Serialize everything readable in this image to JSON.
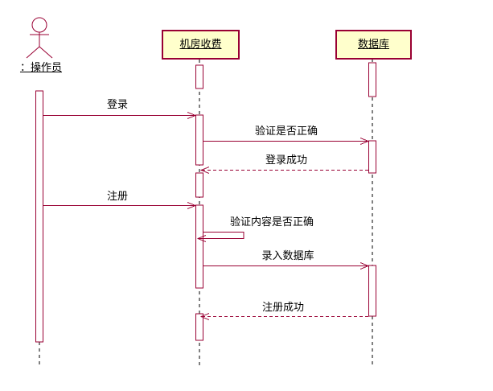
{
  "diagram": {
    "type": "uml-sequence-diagram",
    "colors": {
      "line": "#990033",
      "fill": "#FFFFCC",
      "lifeline": "#000000",
      "text": "#000000",
      "background": "#FFFFFF"
    },
    "actor": {
      "name": "：操作员"
    },
    "lifelines": [
      {
        "name": "机房收费"
      },
      {
        "name": "数据库"
      }
    ],
    "messages": [
      {
        "label": "登录",
        "from": "操作员",
        "to": "机房收费",
        "style": "solid"
      },
      {
        "label": "验证是否正确",
        "from": "机房收费",
        "to": "数据库",
        "style": "solid"
      },
      {
        "label": "登录成功",
        "from": "数据库",
        "to": "机房收费",
        "style": "dashed-return"
      },
      {
        "label": "注册",
        "from": "操作员",
        "to": "机房收费",
        "style": "solid"
      },
      {
        "label": "验证内容是否正确",
        "from": "机房收费",
        "to": "机房收费",
        "style": "self"
      },
      {
        "label": "录入数据库",
        "from": "机房收费",
        "to": "数据库",
        "style": "solid"
      },
      {
        "label": "注册成功",
        "from": "数据库",
        "to": "机房收费",
        "style": "dashed-return"
      }
    ]
  }
}
